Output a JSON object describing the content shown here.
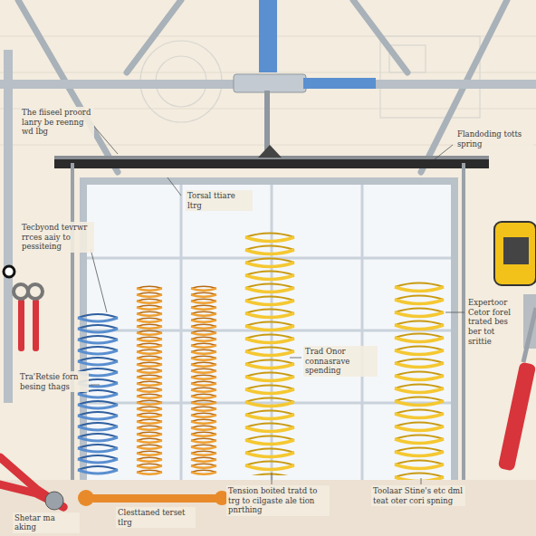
{
  "diagram": {
    "labels": [
      "The fiiseel proord lanry be reenng wd lbg",
      "Flandoding totts spring",
      "Torsal ttiare ltrg",
      "Tecbyond tevrwr rrces aaiy to pessiteing",
      "Trad Onor connasrave spending",
      "Expertoor Cetor forel trated bes ber tot srittie",
      "Tra'Retsie forn besing thags",
      "Tension boited tratd to trg to cilgaste ale tion pnrthing",
      "Toolaar Stine's etc dml teat oter cori spning",
      "Clesttaned terset tlrg",
      "Shetar ma aking"
    ]
  }
}
